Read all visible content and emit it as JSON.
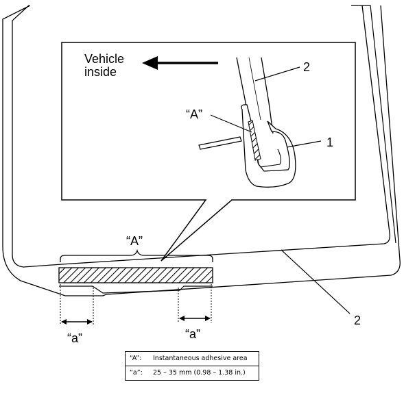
{
  "labels": {
    "direction": [
      "Vehicle",
      "inside"
    ],
    "callout_A_inset": "“A”",
    "callout_A_main": "“A”",
    "callout_a_left": "“a”",
    "callout_a_right": "“a”",
    "part_2_inset": "2",
    "part_1": "1",
    "part_2_main": "2"
  },
  "legend": {
    "rows": [
      {
        "symbol": "“A”:",
        "text": "Instantaneous adhesive area"
      },
      {
        "symbol": "“a”:",
        "text": "25 – 35 mm (0.98 – 1.38 in.)"
      }
    ]
  }
}
